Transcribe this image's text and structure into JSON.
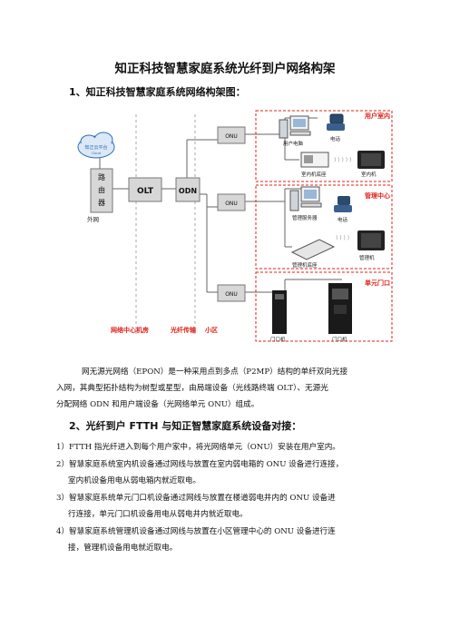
{
  "doc": {
    "title": "知正科技智慧家庭系统光纤到户网络构架",
    "section1": "1、知正科技智慧家庭系统网络构架图：",
    "section2": "2、光纤到户 FTTH 与知正智慧家庭系统设备对接：",
    "paragraph": [
      "网无源光网络（EPON）是一种采用点到多点（P2MP）结构的单纤双向光接",
      "入网，其典型拓扑结构为树型或星型，由局端设备（光线路终端 OLT）、无源光",
      "分配网络 ODN 和用户端设备（光网络单元 ONU）组成。"
    ],
    "list": [
      "1）FTTH 指光纤进入到每个用户家中，将光网络单元（ONU）安装在用户室内。",
      "2）智慧家庭系统室内机设备通过网线与放置在室内弱电箱的 ONU 设备进行连接，",
      "室内机设备用电从弱电箱内就近取电。",
      "3）智慧家庭系统单元门口机设备通过网线与放置在楼道弱电井内的 ONU 设备进",
      "行连接，单元门口机设备用电从弱电井内就近取电。",
      "4）智慧家庭系统管理机设备通过网线与放置在小区管理中心的 ONU 设备进行连",
      "接，管理机设备用电就近取电。"
    ]
  },
  "diagram": {
    "cloud_label": "知正云平台",
    "cloud_sub": "Cloud",
    "router": [
      "路",
      "由",
      "器"
    ],
    "olt": "OLT",
    "odn": "ODN",
    "onu": "ONU",
    "external": "外网",
    "zone_user": "用户室内",
    "zone_mgmt": "管理中心",
    "zone_unit": "单元门口",
    "lbl_pc": "用户电脑",
    "lbl_phone": "电话",
    "lbl_indoor_base": "室内机底座",
    "lbl_indoor": "室内机",
    "lbl_server": "管理服务器",
    "lbl_mgr_base": "管理机底座",
    "lbl_mgr": "管理机",
    "lbl_door1": "门口机",
    "lbl_door2": "门口机",
    "bottom_center": "网络中心机房",
    "bottom_fiber": "光纤传输",
    "bottom_area": "小区",
    "colors": {
      "red": "#e0201a",
      "line": "#666666",
      "box": "#d7d7d7",
      "cloud": "#2a6fb8"
    }
  }
}
